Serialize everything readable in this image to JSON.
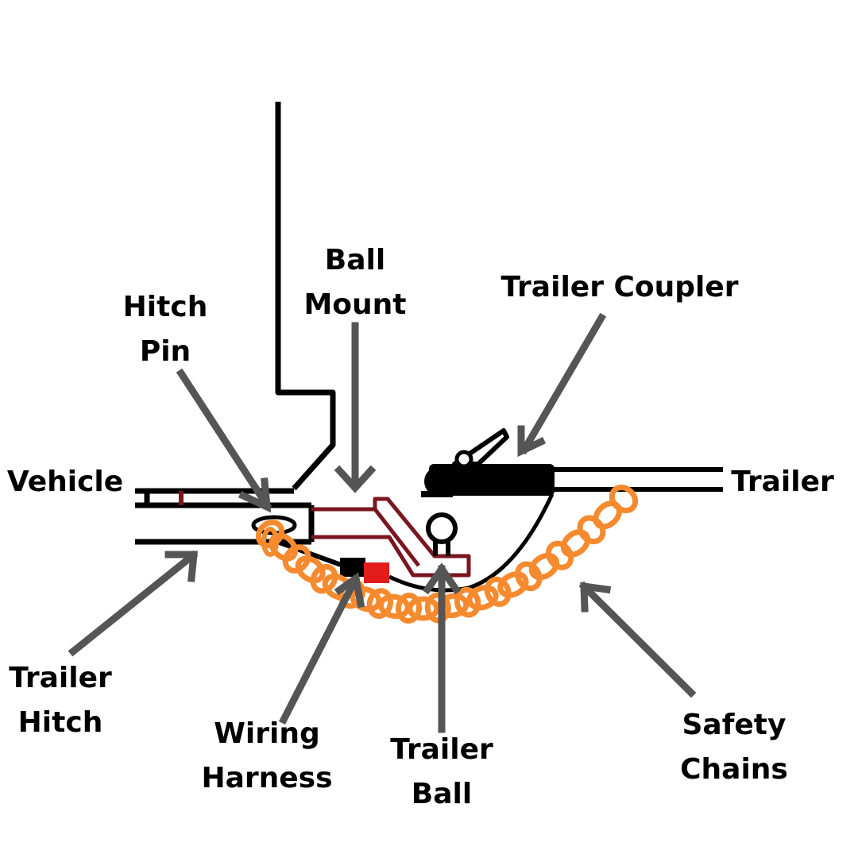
{
  "labels": {
    "hitch_pin": [
      "Hitch",
      "Pin"
    ],
    "ball_mount": [
      "Ball",
      "Mount"
    ],
    "trailer_coupler": "Trailer Coupler",
    "vehicle": "Vehicle",
    "trailer": "Trailer",
    "trailer_hitch": [
      "Trailer",
      "Hitch"
    ],
    "wiring_harness": [
      "Wiring",
      "Harness"
    ],
    "trailer_ball": [
      "Trailer",
      "Ball"
    ],
    "safety_chains": [
      "Safety",
      "Chains"
    ]
  },
  "colors": {
    "background": "#ffffff",
    "outline": "#000000",
    "ball_mount": "#7a1620",
    "chain": "#f58a2e",
    "arrow": "#555555",
    "harness_plug_vehicle": "#000000",
    "harness_plug_trailer": "#e31b1b"
  }
}
